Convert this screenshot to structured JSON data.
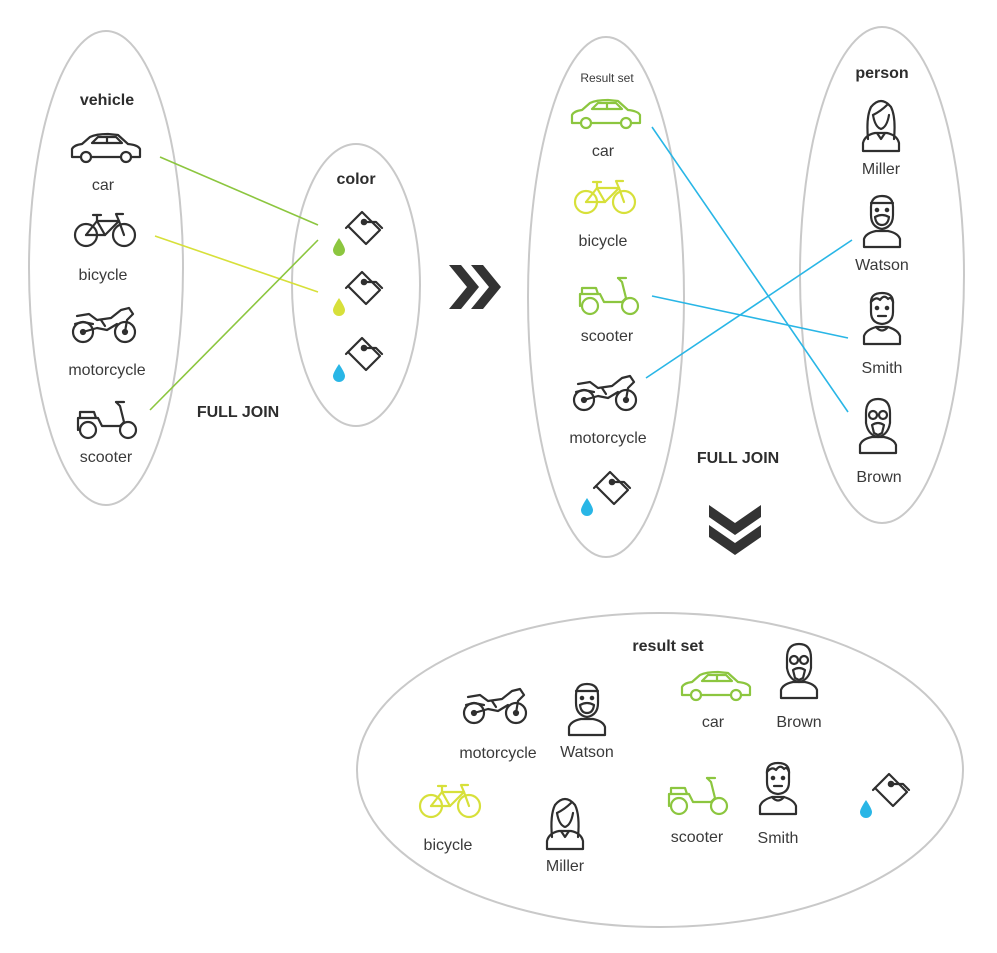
{
  "colors": {
    "dark": "#2f2f2f",
    "green": "#8cc63f",
    "yellow": "#d7e03a",
    "blue": "#29b6e6",
    "ellipse": "#c9c9c9",
    "arrow": "#333333"
  },
  "vehicle_set": {
    "title": "vehicle",
    "items": [
      "car",
      "bicycle",
      "motorcycle",
      "scooter"
    ]
  },
  "color_set": {
    "title": "color",
    "items": [
      "green-paint-bucket-icon",
      "yellow-paint-bucket-icon",
      "blue-paint-bucket-icon"
    ]
  },
  "join_1": {
    "label": "FULL JOIN"
  },
  "intermediate_set": {
    "title": "Result set",
    "items": [
      "car",
      "bicycle",
      "scooter",
      "motorcycle"
    ]
  },
  "person_set": {
    "title": "person",
    "items": [
      "Miller",
      "Watson",
      "Smith",
      "Brown"
    ]
  },
  "join_2": {
    "label": "FULL JOIN"
  },
  "final_set": {
    "title": "result set",
    "pairs": [
      {
        "vehicle": "motorcycle",
        "person": "Watson"
      },
      {
        "vehicle": "car",
        "person": "Brown"
      },
      {
        "vehicle": "bicycle",
        "person": "Miller"
      },
      {
        "vehicle": "scooter",
        "person": "Smith"
      }
    ]
  }
}
